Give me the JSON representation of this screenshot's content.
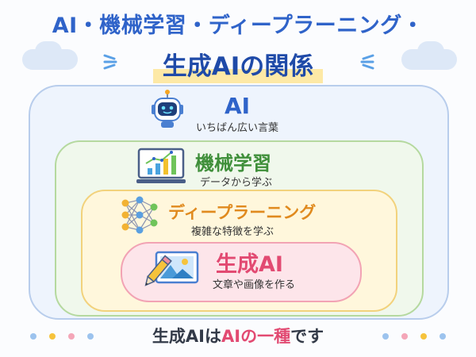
{
  "title": {
    "line1": "AI・機械学習・ディープラーニング・",
    "line2": "生成AIの関係"
  },
  "layers": {
    "ai": {
      "name": "AI",
      "desc": "いちばん広い言葉"
    },
    "ml": {
      "name": "機械学習",
      "desc": "データから学ぶ"
    },
    "dl": {
      "name": "ディープラーニング",
      "desc": "複雑な特徴を学ぶ"
    },
    "gen": {
      "name": "生成AI",
      "desc": "文章や画像を作る"
    }
  },
  "footer": {
    "part1": "生成AIは",
    "part2": "AIの一種",
    "part3": "です"
  },
  "colors": {
    "title": "#2f63c9",
    "ai": "#2f63c9",
    "ml": "#3f8f3a",
    "dl": "#e08a1e",
    "gen": "#e24a72"
  },
  "icons": {
    "ai": "robot-icon",
    "ml": "chart-monitor-icon",
    "dl": "neural-network-icon",
    "gen": "pencil-image-icon"
  }
}
